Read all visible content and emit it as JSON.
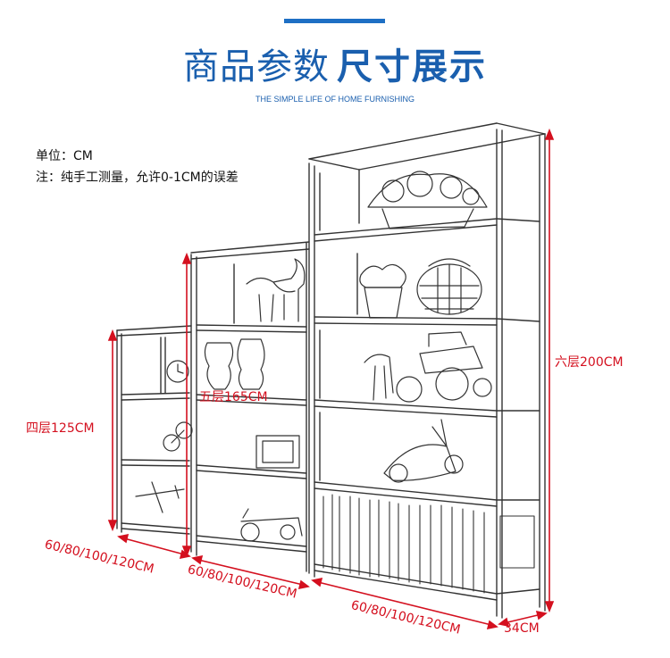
{
  "header": {
    "title_light": "商品参数",
    "title_bold": "尺寸展示",
    "subtitle": "THE SIMPLE LIFE OF HOME FURNISHING"
  },
  "notes": {
    "unit": "单位：CM",
    "tolerance": "注：纯手工测量，允许0-1CM的误差"
  },
  "dimensions": {
    "height_six": "六层200CM",
    "height_five": "五层165CM",
    "height_four": "四层125CM",
    "width_small": "60/80/100/120CM",
    "width_middle": "60/80/100/120CM",
    "width_large": "60/80/100/120CM",
    "depth": "34CM"
  },
  "colors": {
    "accent_blue": "#1a5fae",
    "dimension_red": "#d4101f",
    "sketch_line": "#333333"
  }
}
